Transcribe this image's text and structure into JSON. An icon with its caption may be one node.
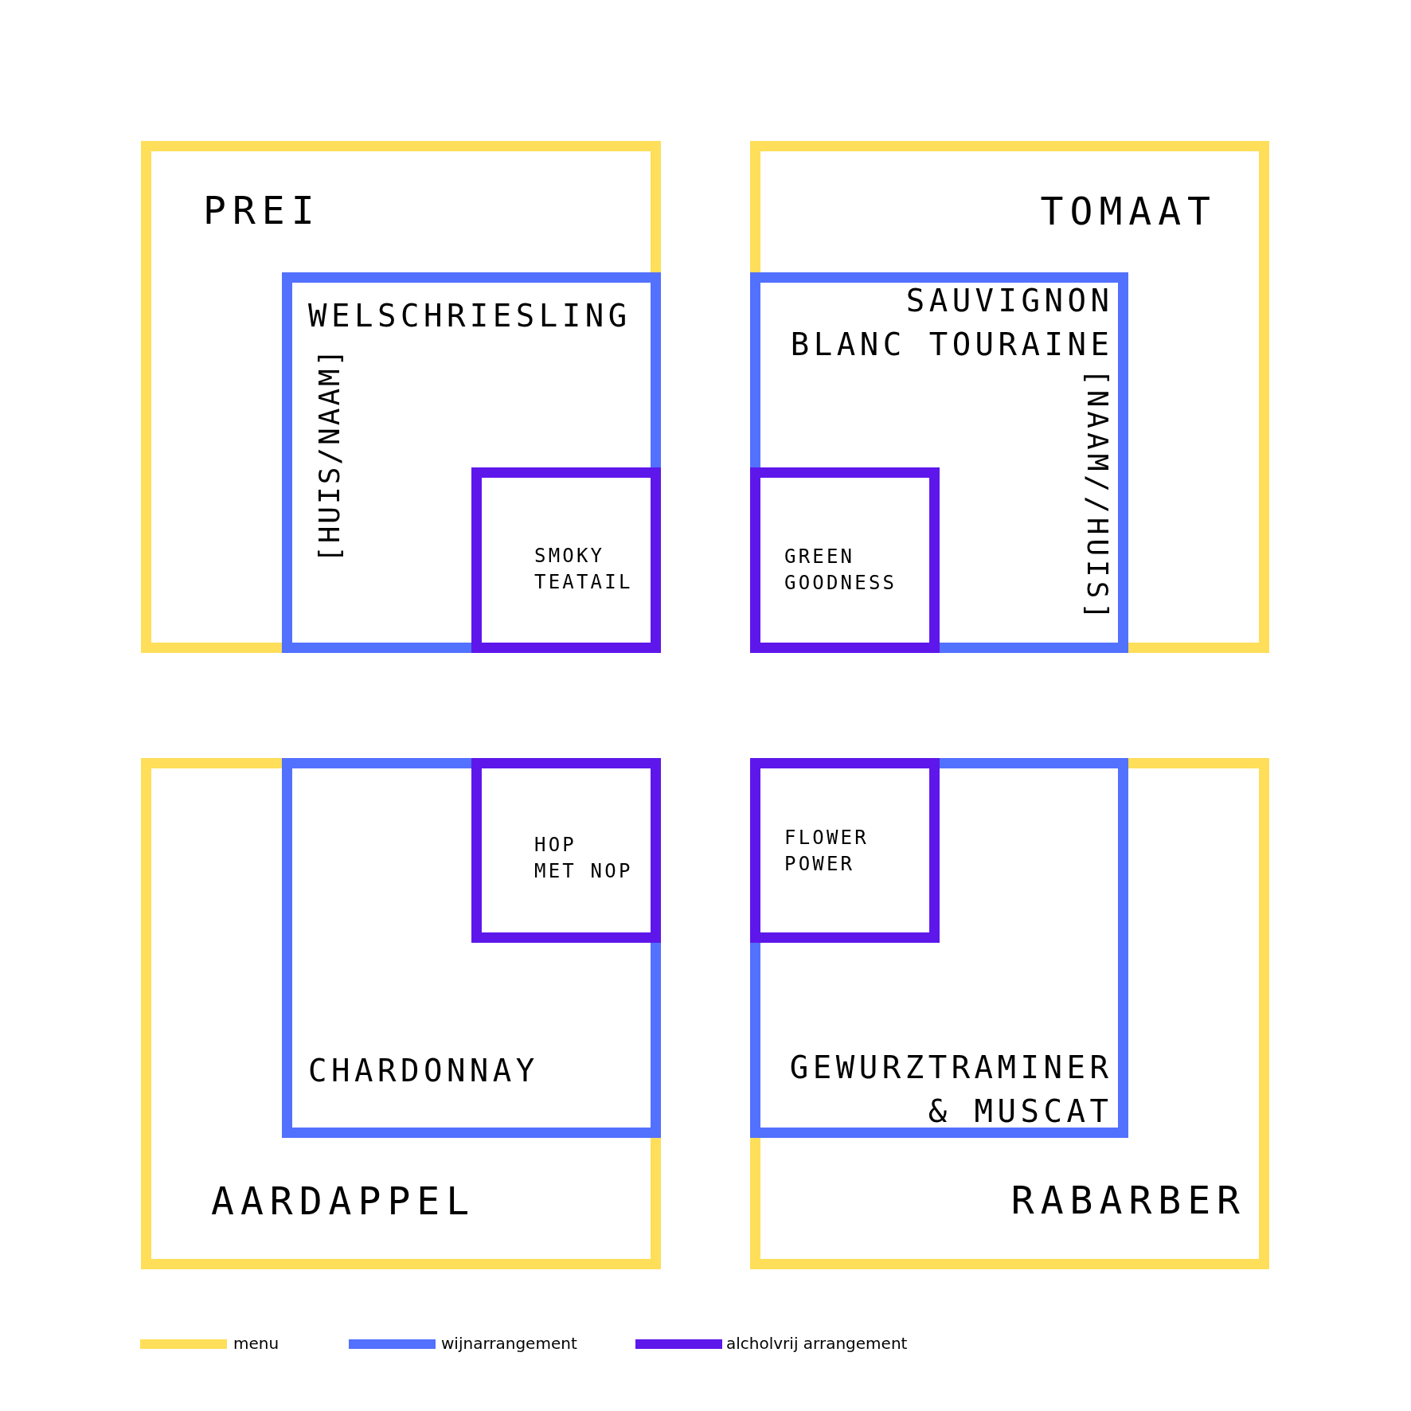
{
  "diagram": {
    "nodes": [
      {
        "text": [
          "PREI"
        ]
      },
      {
        "text": [
          "WELSCHRIESLING",
          "[HUIS/NAAM]"
        ],
        "in": 0
      },
      {
        "text": [
          "SMOKY TEATAIL"
        ],
        "in": 1
      },
      {
        "text": [
          "TOMAAT"
        ]
      },
      {
        "text": [
          "SAUVIGNON BLANC TOURAINE",
          "[NAAM//HUIS]"
        ],
        "in": 3
      },
      {
        "text": [
          "GREEN GOODNESS"
        ],
        "in": 4
      },
      {
        "text": [
          "AARDAPPEL"
        ]
      },
      {
        "text": [
          "CHARDONNAY"
        ],
        "in": 6
      },
      {
        "text": [
          "HOP MET NOP"
        ],
        "in": 7
      },
      {
        "text": [
          "RABARBER"
        ]
      },
      {
        "text": [
          "GEWURZTRAMINER & MUSCAT"
        ],
        "in": 9
      },
      {
        "text": [
          "FLOWER POWER"
        ],
        "in": 10
      }
    ],
    "legend": [
      {
        "text": "menu",
        "color": "#ffde59"
      },
      {
        "text": "wijnarrangement",
        "color": "#5271ff"
      },
      {
        "text": "alcholvrij arrangement",
        "color": "#5e17eb"
      }
    ]
  }
}
